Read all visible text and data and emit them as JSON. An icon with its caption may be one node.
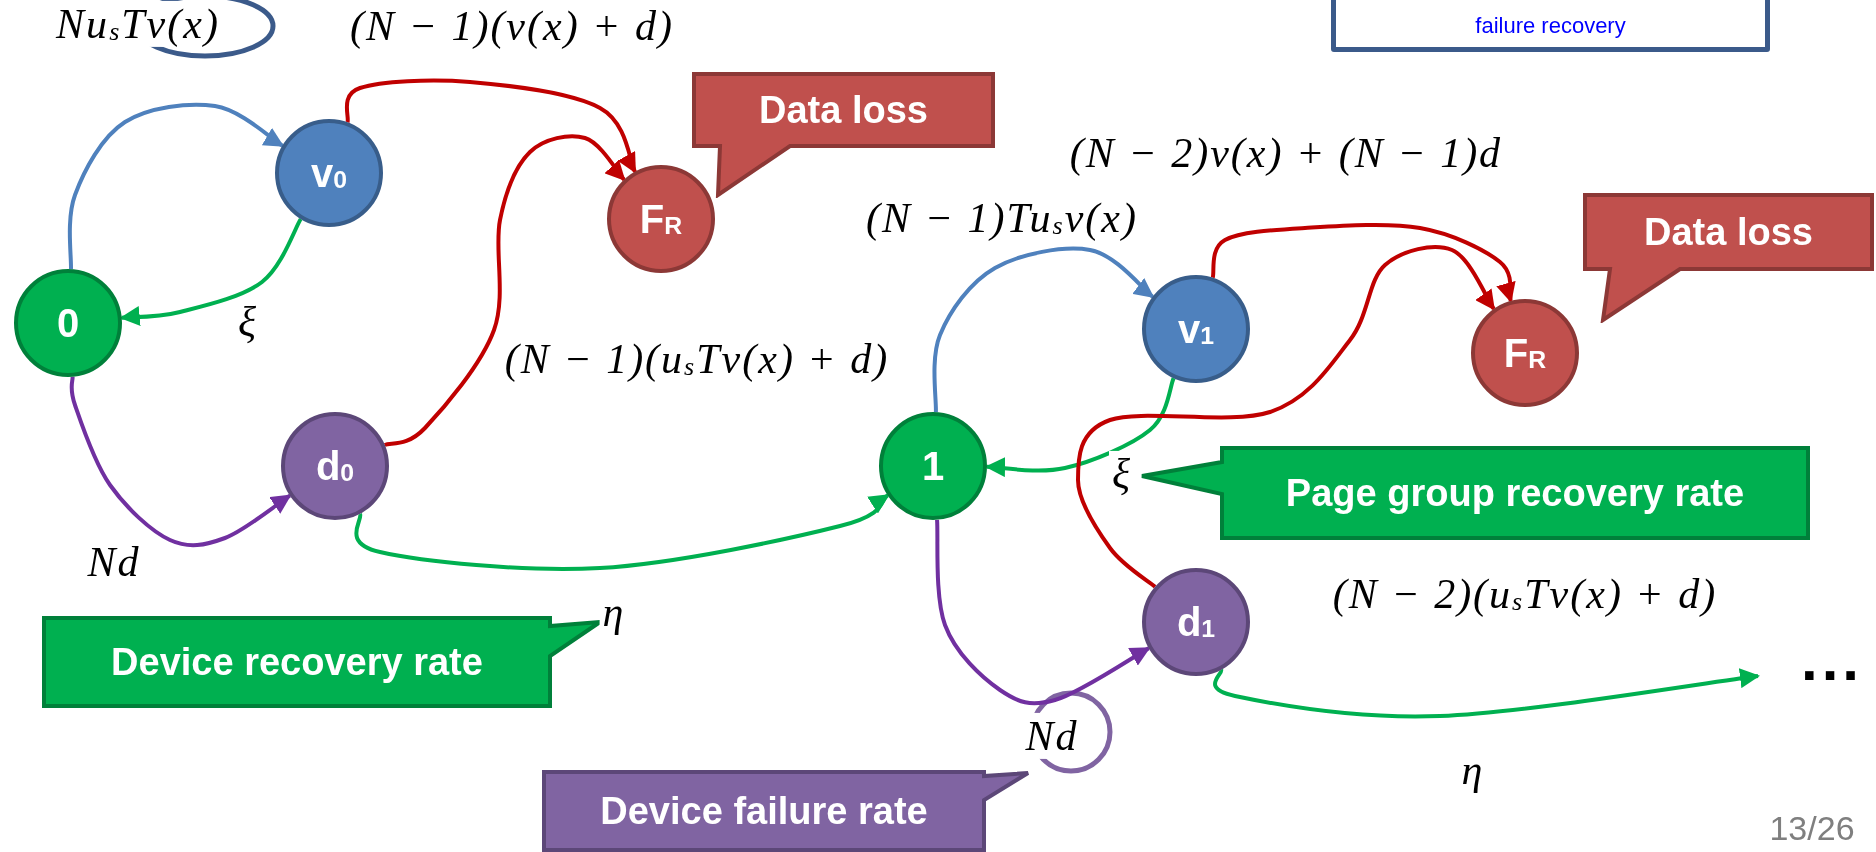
{
  "diagram": {
    "nodes": [
      {
        "text": [
          "failure recovery"
        ]
      },
      {
        "text": [
          "0"
        ]
      },
      {
        "text": [
          "v$_{0}$"
        ]
      },
      {
        "text": [
          "F$_{R}$"
        ]
      },
      {
        "text": [
          "Data loss"
        ]
      },
      {
        "text": [
          "d$_{0}$"
        ]
      },
      {
        "text": [
          "1"
        ]
      },
      {
        "text": [
          "v$_{1}$"
        ]
      },
      {
        "text": [
          "F$_{R}$"
        ]
      },
      {
        "text": [
          "Data loss"
        ]
      },
      {
        "text": [
          "Page group recovery rate"
        ]
      },
      {
        "text": [
          "d$_{1}$"
        ]
      },
      {
        "text": [
          "Device recovery rate"
        ]
      },
      {
        "text": [
          "Device failure rate"
        ]
      }
    ],
    "edges": [
      {
        "from": 1,
        "to": 2,
        "arrow": "to",
        "label": "Nu$_{s}$Tν(x)",
        "color": "#4f81bd"
      },
      {
        "from": 2,
        "to": 1,
        "arrow": "to",
        "label": "ξ",
        "color": "#00b050"
      },
      {
        "from": 2,
        "to": 3,
        "arrow": "to",
        "label": "(N − 1)(ν(x) + d)",
        "color": "#c00000"
      },
      {
        "from": 5,
        "to": 3,
        "arrow": "to",
        "label": "(N − 1)(u$_{s}$Tν(x) + d)",
        "color": "#c00000"
      },
      {
        "from": 1,
        "to": 5,
        "arrow": "to",
        "label": "Nd",
        "color": "#7030a0"
      },
      {
        "from": 5,
        "to": 6,
        "arrow": "to",
        "label": "η",
        "color": "#00b050"
      },
      {
        "from": 6,
        "to": 7,
        "arrow": "to",
        "label": "(N − 1)Tu$_{s}$ν(x)",
        "color": "#4f81bd"
      },
      {
        "from": 7,
        "to": 6,
        "arrow": "to",
        "label": "ξ",
        "color": "#00b050"
      },
      {
        "from": 7,
        "to": 8,
        "arrow": "to",
        "label": "(N − 2)ν(x) + (N − 1)d",
        "color": "#c00000"
      },
      {
        "from": 11,
        "to": 8,
        "arrow": "to",
        "label": "(N − 2)(u$_{s}$Tν(x) + d)",
        "color": "#c00000"
      },
      {
        "from": 6,
        "to": 11,
        "arrow": "to",
        "label": "Nd",
        "color": "#7030a0"
      },
      {
        "from": 11,
        "to": null,
        "arrow": "to",
        "label": "η",
        "color": "#00b050"
      }
    ],
    "labels": [
      "...",
      "13/26"
    ]
  }
}
